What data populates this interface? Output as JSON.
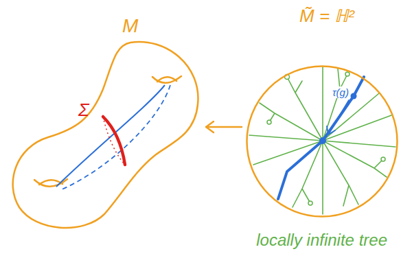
{
  "diagram": {
    "nodes": [
      {
        "text": [
          "M"
        ]
      },
      {
        "text": [
          "M̃ = ℍ²"
        ]
      }
    ],
    "edges": [
      {
        "from": 1,
        "to": 0,
        "arrow": "to"
      }
    ],
    "labels": [
      "Σ",
      "τ(g)",
      "locally infinite tree"
    ]
  }
}
